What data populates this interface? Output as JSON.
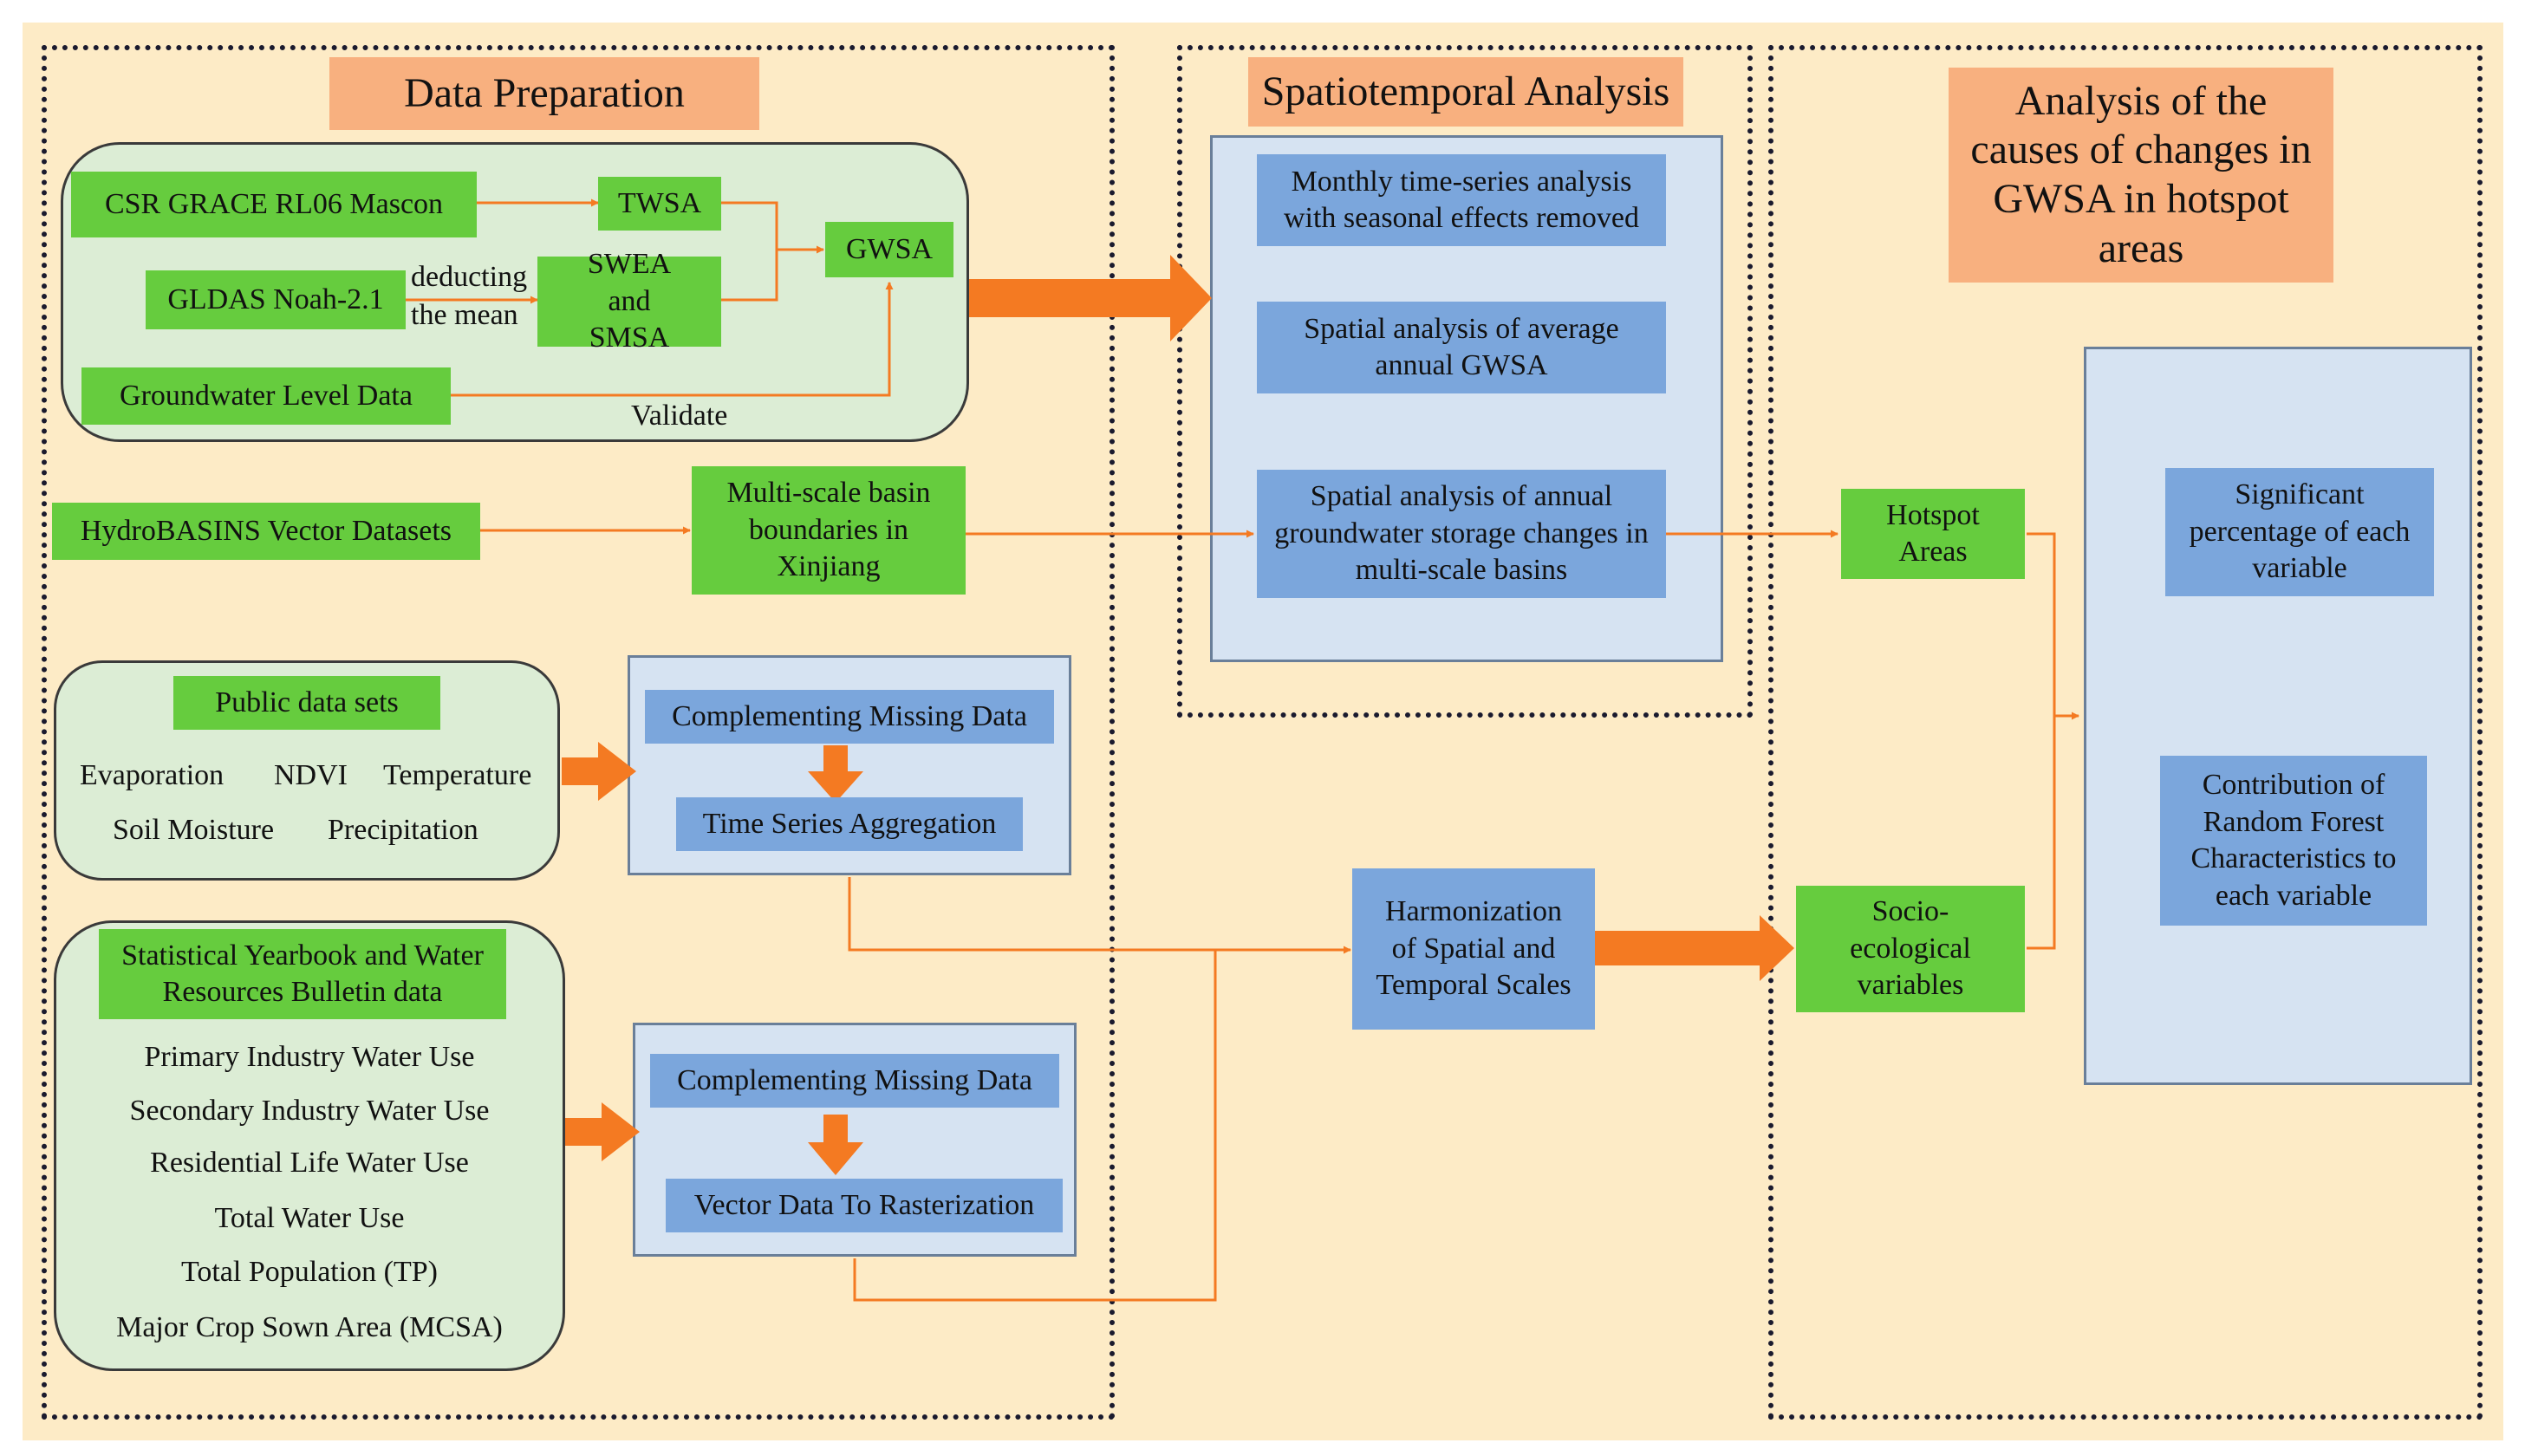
{
  "sections": {
    "data_preparation": "Data Preparation",
    "spatiotemporal_analysis": "Spatiotemporal Analysis",
    "causes_analysis": "Analysis of the causes of changes in GWSA in hotspot areas"
  },
  "grace_group": {
    "csr_grace": "CSR GRACE RL06 Mascon",
    "twsa": "TWSA",
    "gldas": "GLDAS Noah-2.1",
    "deducting_line1": "deducting",
    "deducting_line2": "the mean",
    "swea_smsa": "SWEA and SMSA",
    "gwsa": "GWSA",
    "groundwater_level": "Groundwater Level Data",
    "validate": "Validate"
  },
  "hydrobasins": {
    "source": "HydroBASINS Vector Datasets",
    "multiscale": "Multi-scale basin boundaries in Xinjiang"
  },
  "public_data": {
    "title": "Public data sets",
    "evaporation": "Evaporation",
    "ndvi": "NDVI",
    "temperature": "Temperature",
    "soil_moisture": "Soil Moisture",
    "precipitation": "Precipitation",
    "complementing": "Complementing Missing Data",
    "aggregation": "Time Series Aggregation"
  },
  "yearbook": {
    "title": "Statistical Yearbook and Water Resources Bulletin data",
    "items": [
      "Primary Industry Water Use",
      "Secondary Industry Water Use",
      "Residential Life Water Use",
      "Total Water Use",
      "Total Population (TP)",
      "Major Crop Sown Area (MCSA)"
    ],
    "complementing": "Complementing Missing Data",
    "rasterization": "Vector Data To Rasterization"
  },
  "spatiotemporal": {
    "monthly": "Monthly time-series analysis with seasonal effects removed",
    "annual_gwsa": "Spatial analysis of average annual GWSA",
    "multiscale": "Spatial analysis of annual groundwater storage changes in multi-scale basins"
  },
  "harmonization": "Harmonization of Spatial and Temporal Scales",
  "hotspot": "Hotspot Areas",
  "socio": "Socio-ecological variables",
  "causes": {
    "significant": "Significant percentage of each variable",
    "contribution": "Contribution of Random Forest Characteristics to each variable"
  },
  "colors": {
    "background": "#fdebc6",
    "title_fill": "#f8b07f",
    "green_box": "#66cc3e",
    "blue_box": "#7ba6dc",
    "light_green_panel": "#dcedd5",
    "light_blue_panel": "#d6e3f2",
    "arrow": "#f47a22"
  }
}
